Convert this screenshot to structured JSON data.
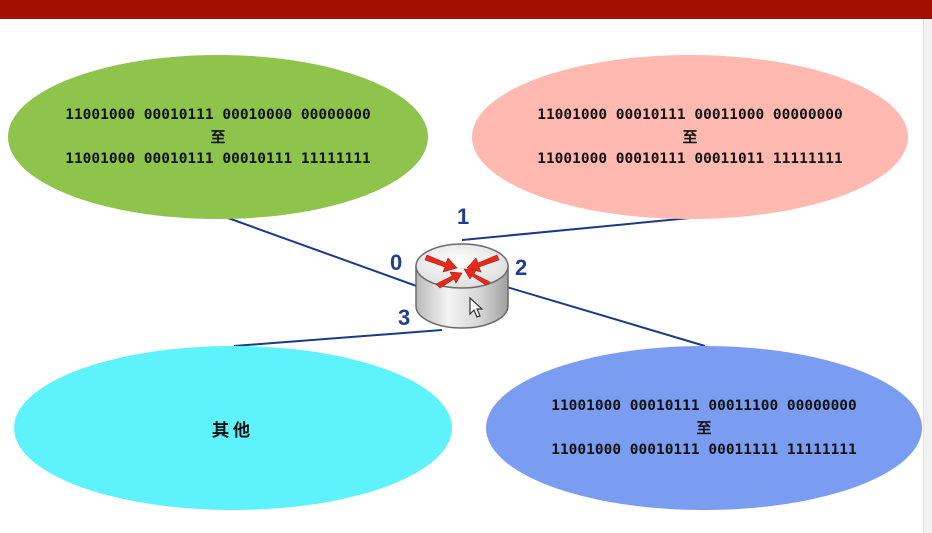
{
  "networks": {
    "green": {
      "from": "11001000 00010111 00010000 00000000",
      "to_word": "至",
      "to": "11001000 00010111 00010111 11111111",
      "color": "#8ec34c"
    },
    "pink": {
      "from": "11001000 00010111 00011000 00000000",
      "to_word": "至",
      "to": "11001000 00010111 00011011 11111111",
      "color": "#ffb9b1"
    },
    "blue": {
      "from": "11001000 00010111 00011100 00000000",
      "to_word": "至",
      "to": "11001000 00010111 00011111 11111111",
      "color": "#7b9df1"
    },
    "cyan": {
      "label": "其他",
      "color": "#5ef2fc"
    }
  },
  "ports": {
    "p0": "0",
    "p1": "1",
    "p2": "2",
    "p3": "3"
  },
  "colors": {
    "header": "#a31000",
    "link": "#1a3a8a",
    "port_text": "#1f3f8f",
    "arrow": "#e52a1a"
  },
  "icons": {
    "router": "router-icon",
    "cursor": "mouse-cursor-icon"
  }
}
